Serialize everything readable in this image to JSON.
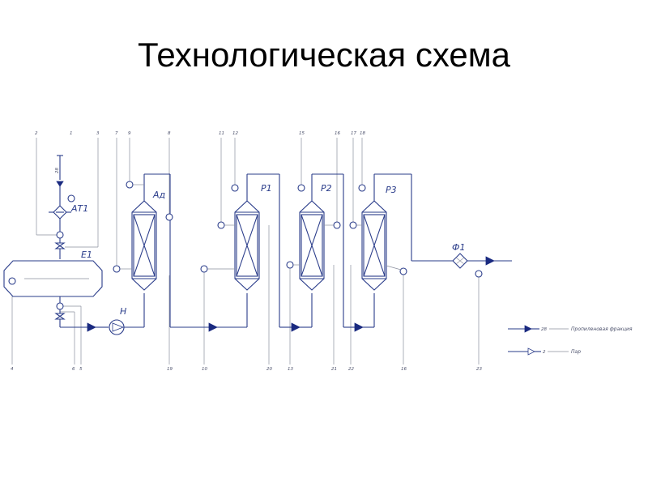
{
  "title": "Технологическая схема",
  "equipment": {
    "at1": "АТ1",
    "e1": "Е1",
    "ad": "Ад",
    "r1": "Р1",
    "r2": "Р2",
    "r3": "Р3",
    "f1": "Ф1",
    "n": "Н"
  },
  "stream_numbers_top": [
    "2",
    "1",
    "3",
    "7",
    "9",
    "8",
    "11",
    "12",
    "15",
    "16",
    "17",
    "18"
  ],
  "stream_numbers_bottom": [
    "4",
    "6",
    "5",
    "19",
    "10",
    "20",
    "13",
    "21",
    "22",
    "16",
    "23"
  ],
  "stream_numbers_inline": [
    "28"
  ],
  "legend": [
    {
      "code": "28",
      "text": "Пропиленовая фракция",
      "arrow": "filled"
    },
    {
      "code": "2",
      "text": "Пар",
      "arrow": "open"
    }
  ],
  "colors": {
    "line": "#2a3c8a",
    "arrow": "#1a2a80",
    "leader": "#8a8f9e"
  }
}
